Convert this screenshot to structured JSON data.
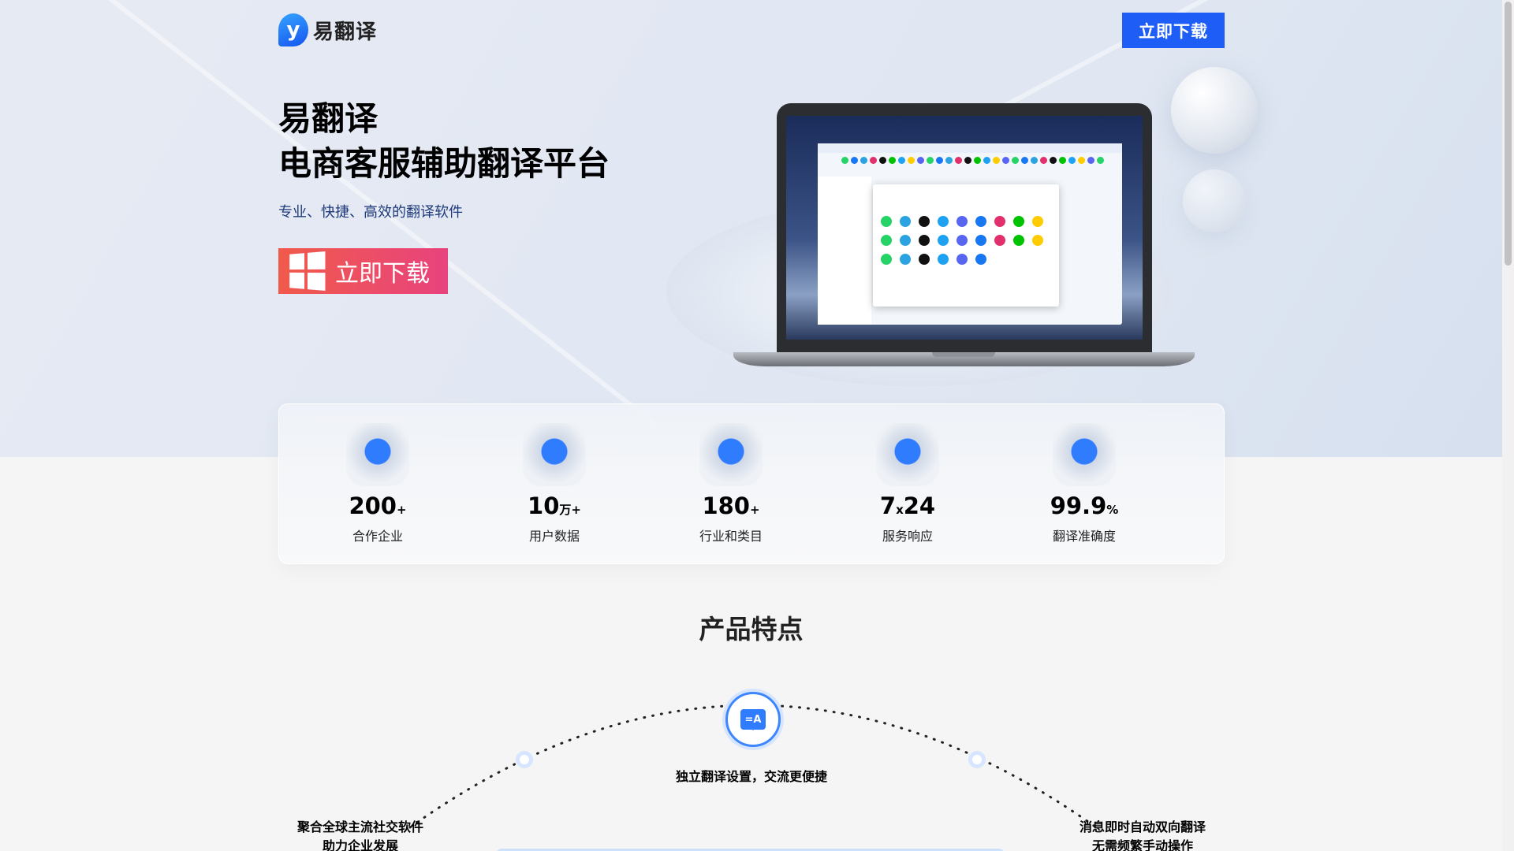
{
  "header": {
    "logo_text": "易翻译",
    "logo_mark": "y",
    "download_label": "立即下载"
  },
  "hero": {
    "title_line1": "易翻译",
    "title_line2": "电商客服辅助翻译平台",
    "subtitle": "专业、快捷、高效的翻译软件",
    "download_label": "立即下载",
    "download_icon": "windows-icon"
  },
  "stats": [
    {
      "value": "200",
      "unit": "+",
      "label": "合作企业"
    },
    {
      "value": "10",
      "unit": "万+",
      "label": "用户数据"
    },
    {
      "value": "180",
      "unit": "+",
      "label": "行业和类目"
    },
    {
      "value": "7",
      "unit": "x",
      "value2": "24",
      "label": "服务响应"
    },
    {
      "value": "99.9",
      "unit": "%",
      "label": "翻译准确度"
    }
  ],
  "features": {
    "title": "产品特点",
    "hub_icon": "translate-icon",
    "hub_icon_text": "=A",
    "center": "独立翻译设置，交流更便捷",
    "left_line1": "聚合全球主流社交软件",
    "left_line2": "助力企业发展",
    "right_line1": "消息即时自动双向翻译",
    "right_line2": "无需频繁手动操作"
  },
  "colors": {
    "accent": "#1f5ef6",
    "download_gradient_start": "#f05a4a",
    "download_gradient_end": "#e8437e",
    "hub_blue": "#3d86ff"
  }
}
